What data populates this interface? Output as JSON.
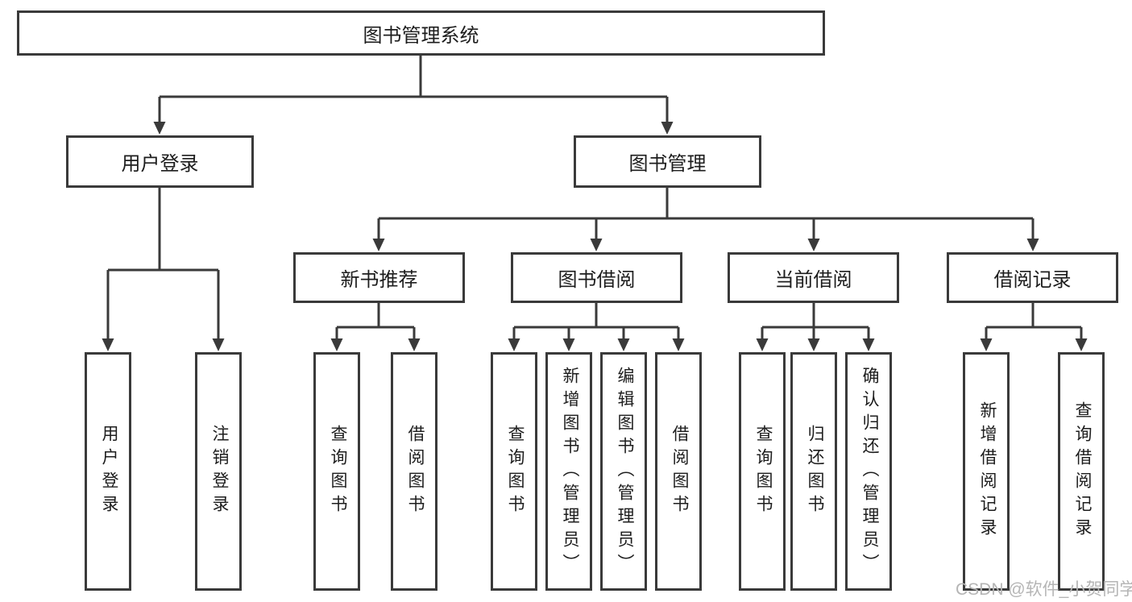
{
  "nodes": {
    "root": "图书管理系统",
    "user_login": "用户登录",
    "book_management": "图书管理",
    "new_book_recommend": "新书推荐",
    "book_borrow": "图书借阅",
    "current_borrow": "当前借阅",
    "borrow_record": "借阅记录",
    "leaf_user_login": "用户登录",
    "leaf_logout": "注销登录",
    "leaf_recommend_query_book": "查询图书",
    "leaf_recommend_borrow_book": "借阅图书",
    "leaf_borrow_query_book": "查询图书",
    "leaf_borrow_add_book": "新增图书（管理员）",
    "leaf_borrow_edit_book": "编辑图书（管理员）",
    "leaf_borrow_borrow_book": "借阅图书",
    "leaf_current_query_book": "查询图书",
    "leaf_current_return_book": "归还图书",
    "leaf_current_confirm_return": "确认归还（管理员）",
    "leaf_record_add": "新增借阅记录",
    "leaf_record_query": "查询借阅记录"
  },
  "watermark": {
    "text": "CSDN @软件_小贺同学",
    "color": "#b5b5b5"
  },
  "colors": {
    "line": "#3a3a3a",
    "box_border": "#3a3a3a",
    "text": "#1d1d1d",
    "background": "#ffffff"
  }
}
